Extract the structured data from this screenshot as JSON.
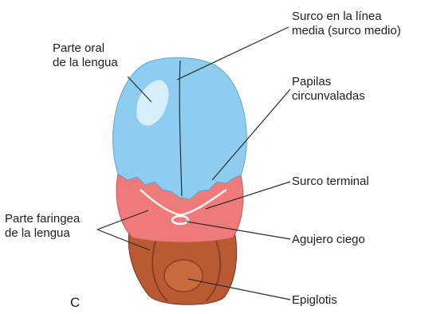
{
  "panel_letter": "C",
  "labels": {
    "oral_part": [
      "Parte oral",
      "de la lengua"
    ],
    "median_sulcus": [
      "Surco en la línea",
      "media (surco medio)"
    ],
    "circumvallate_papillae": [
      "Papilas",
      "circunvaladas"
    ],
    "terminal_sulcus": "Surco terminal",
    "pharyngeal_part": [
      "Parte faringea",
      "de la lengua"
    ],
    "foramen_cecum": "Agujero ciego",
    "epiglottis": "Epiglotis"
  },
  "colors": {
    "oral": "#8ecdf0",
    "oral_highlight": "#dff3fb",
    "pharyngeal": "#ef7a7a",
    "epiglottis": "#b85a32",
    "epiglottis_dark": "#8c3f20",
    "line": "#2b2b2b"
  }
}
